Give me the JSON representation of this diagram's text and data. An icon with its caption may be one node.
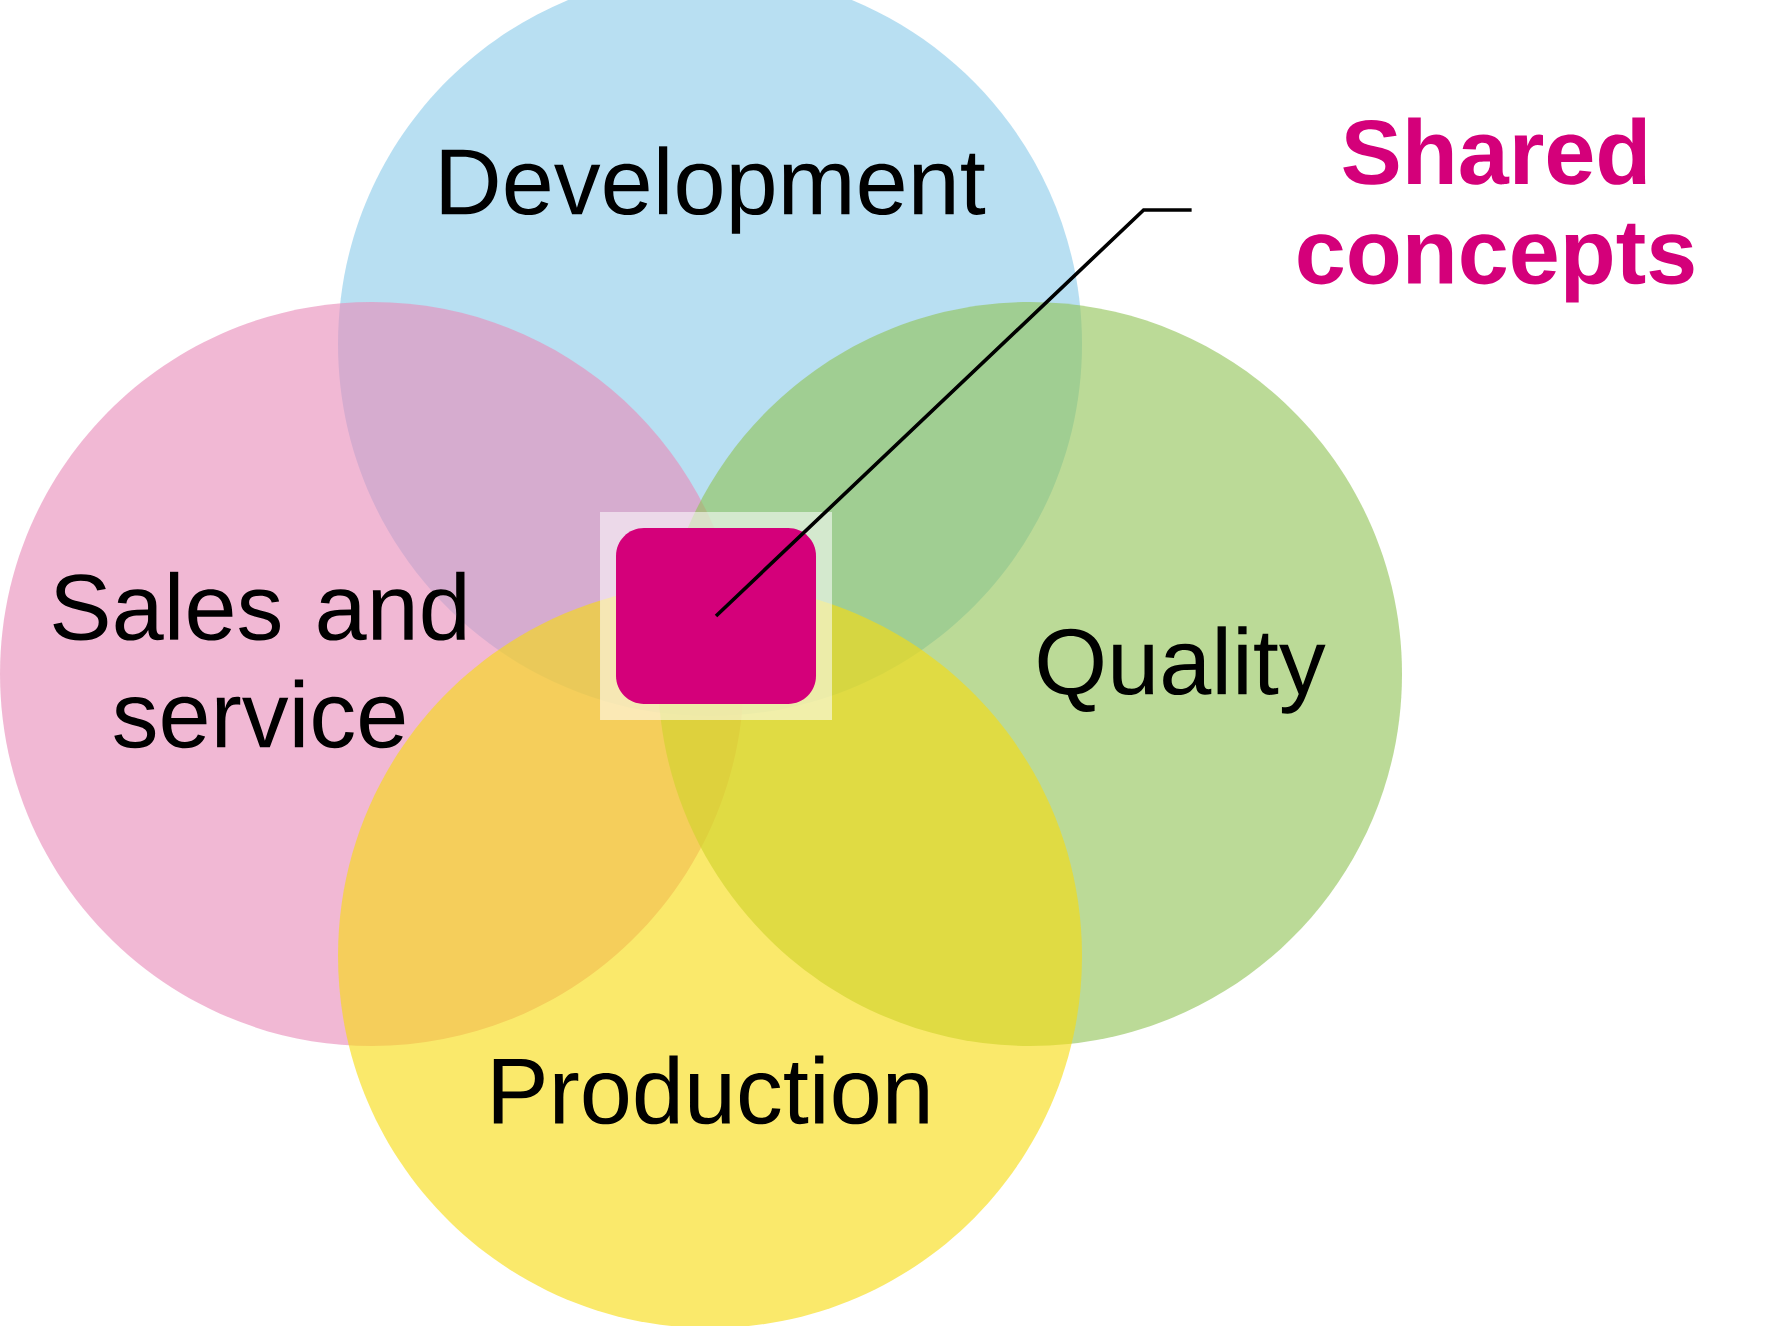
{
  "diagram": {
    "nodes": [
      {
        "text": [
          "Development"
        ]
      },
      {
        "text": [
          "Sales and service"
        ]
      },
      {
        "text": [
          "Quality"
        ]
      },
      {
        "text": [
          "Production"
        ]
      },
      {
        "text": [],
        "shape": "box"
      },
      {
        "text": [
          "Shared concepts"
        ]
      }
    ],
    "edges": [
      {
        "from": 5,
        "to": 4,
        "arrow": "none"
      }
    ]
  }
}
